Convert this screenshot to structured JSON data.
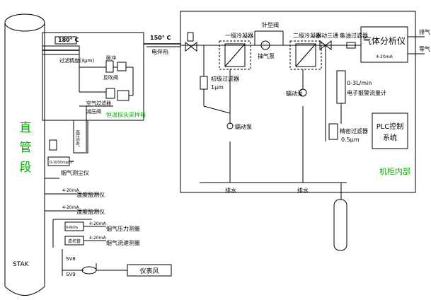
{
  "pipe": {
    "vertical_label": [
      "直",
      "管",
      "段"
    ],
    "stack_label": "STAK"
  },
  "probe": {
    "temp_box": "180° C",
    "heater_label": "150° C",
    "heater_name": "电伴热",
    "filter_label": "过滤精度(3μm)",
    "blowback": "反吹阀",
    "blowback_2": "脉冲",
    "air_filter": "空气过滤器",
    "reducer": "减压阀",
    "box_title": "恒温探头采样箱",
    "hp_air": "高压空气"
  },
  "sensors": {
    "smoke_meter_range": "0-1000mg/m³",
    "smoke_meter": "烟气测尘仪",
    "temp_signal": "4-20mA",
    "temp_meter": "温度监测仪",
    "hum_signal": "4-20mA",
    "hum_meter": "湿度监测仪",
    "pressure_range": "0-6kPa",
    "pressure_signal": "4-20mA",
    "pressure_meter": "烟气压力测量",
    "flow_box": "皮托管",
    "flow_signal": "4-20mA",
    "flow_meter": "烟气流速测量",
    "sv8": "SV8",
    "sv9": "SV9",
    "instrument_air": "仪表风"
  },
  "cabinet": {
    "needle_valve": "针型阀",
    "cooler1": "一级冷凝器",
    "cooler2": "二级冷凝器",
    "pump": "抽气泵",
    "prefilter": "初级过滤器",
    "prefilter_size": "1μm",
    "peristaltic1": "蠕动泵",
    "peristaltic2": "蠕动泵",
    "three_way": "手动三通",
    "oil_filter": "集油过滤器",
    "analyzer": "气体分析仪",
    "analyzer_signal": "4-20mA",
    "flow_range": "0-3L/min",
    "flowmeter": "电子报警流量计",
    "fine_filter": "精密过滤器",
    "fine_filter_size": "0.5μm",
    "plc_line1": "PLC控制",
    "plc_line2": "系统",
    "drain1": "排水",
    "drain2": "排水",
    "vent": "排气",
    "zero_gas": "零气",
    "cabinet_label": "机柜内部"
  }
}
